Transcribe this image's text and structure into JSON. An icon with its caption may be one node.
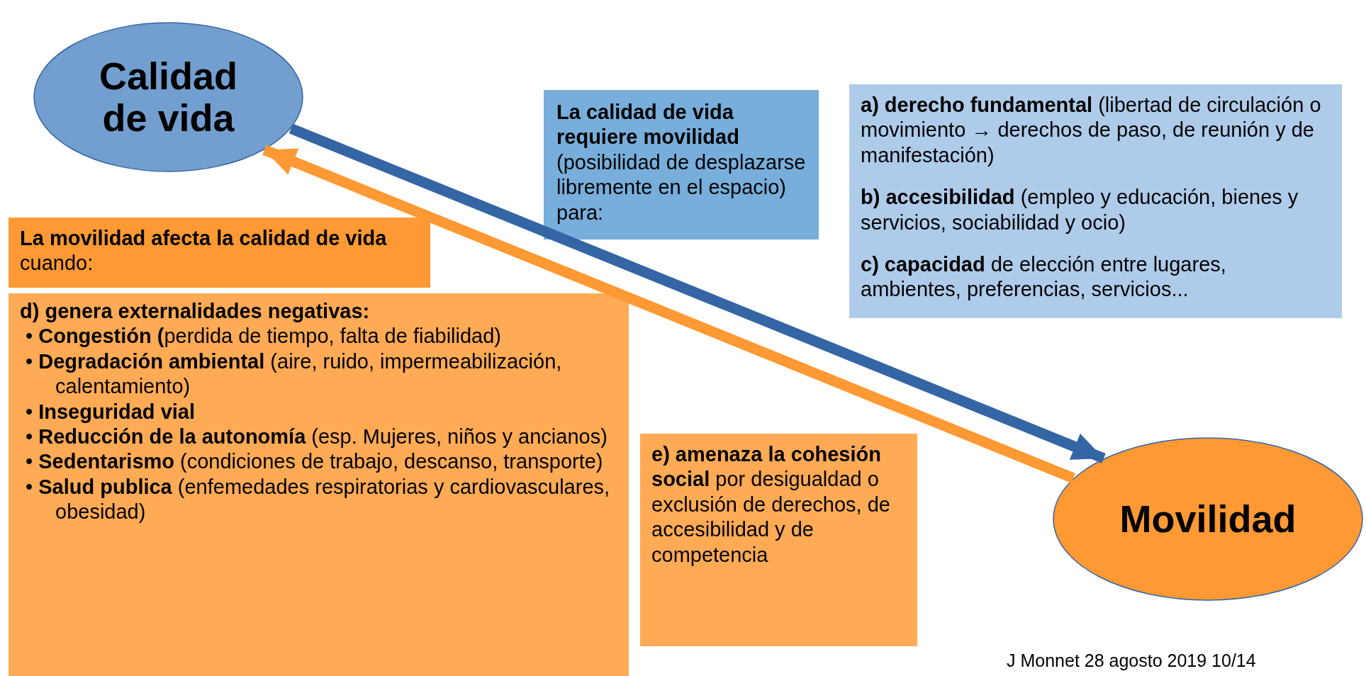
{
  "diagram": {
    "nodes": [
      {
        "text": [
          "Calidad de vida"
        ]
      },
      {
        "text": [
          "Movilidad"
        ]
      },
      {
        "text": [
          "**La calidad de vida requiere movilidad** (posibilidad de desplazarse libremente en el espacio) para:"
        ]
      },
      {
        "text": [
          "**a) derecho fundamental** (libertad de circulación o movimiento → derechos de paso, de reunión y de manifestación)",
          "**b) accesibilidad** (empleo y educación, bienes y servicios, sociabilidad y ocio)",
          "**c) capacidad** de elección entre lugares, ambientes, preferencias, servicios..."
        ]
      },
      {
        "text": [
          "**La movilidad afecta la calidad de vida** cuando:"
        ]
      },
      {
        "text": [
          "d) genera externalidades negativas:",
          "• **Congestión (**perdida de tiempo, falta de fiabilidad)",
          "• **Degradación ambiental** (aire, ruido, impermeabilización, calentamiento)",
          "• **Inseguridad vial**",
          "• **Reducción de la autonomía** (esp. Mujeres, niños y ancianos)",
          "• **Sedentarismo** (condiciones de trabajo, descanso, transporte)",
          "• **Salud publica** (enfemedades respiratorias y cardiovasculares, obesidad)"
        ]
      },
      {
        "text": [
          "**e) amenaza la cohesión social** por desigualdad o exclusión de derechos, de accesibilidad y de competencia"
        ]
      }
    ],
    "edges": [
      {
        "from": 0,
        "to": 1,
        "arrow": "to",
        "color": "#3465a4"
      },
      {
        "from": 1,
        "to": 0,
        "arrow": "to",
        "color": "#ff9933"
      }
    ],
    "labels": [
      "J Monnet 28 agosto 2019 10/14"
    ]
  }
}
